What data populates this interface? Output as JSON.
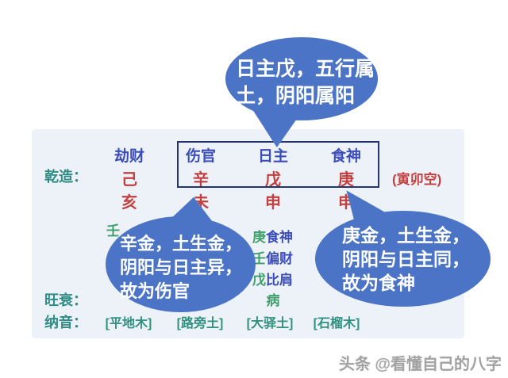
{
  "table": {
    "row_labels": {
      "zao": "乾造：",
      "wang_shuai": "旺衰：",
      "na_yin": "纳音："
    },
    "pillars": [
      {
        "ten_god": "劫财",
        "stem": "己",
        "branch": "亥",
        "hidden_stem_partial": "壬",
        "na_yin": "[平地木]"
      },
      {
        "ten_god": "伤官",
        "stem": "辛",
        "branch": "未",
        "na_yin": "[路旁土]"
      },
      {
        "ten_god": "日主",
        "stem": "戊",
        "branch": "申",
        "hidden_stems": [
          {
            "stem": "庚",
            "ten_god": "食神"
          },
          {
            "stem": "壬",
            "ten_god": "偏财"
          },
          {
            "stem": "戊",
            "ten_god": "比肩"
          }
        ],
        "wang_shuai": "病",
        "na_yin": "[大驿土]"
      },
      {
        "ten_god": "食神",
        "stem": "庚",
        "branch": "申",
        "na_yin": "[石榴木]"
      }
    ],
    "void_note": "(寅卯空)"
  },
  "bubbles": {
    "top": {
      "line1": "日主戊，五行属",
      "line2": "土，阴阳属阳"
    },
    "left": {
      "line1": "辛金，土生金，",
      "line2": "阴阳与日主异，",
      "line3": "故为伤官"
    },
    "right": {
      "line1": "庚金，土生金，",
      "line2": "阴阳与日主同，",
      "line3": "故为食神"
    }
  },
  "watermark": "头条 @看懂自己的八字",
  "colors": {
    "bubble_blue": "#4b74c7",
    "ten_god_blue": "#3b4db8",
    "stem_branch_red": "#c4403f",
    "label_teal": "#2f8d85",
    "hidden_stem_green": "#3da06b",
    "na_yin_teal": "#2f9180",
    "panel_background": "#edf1f8",
    "box_border_navy": "#23356f",
    "watermark_gray": "#a2a2a2"
  }
}
